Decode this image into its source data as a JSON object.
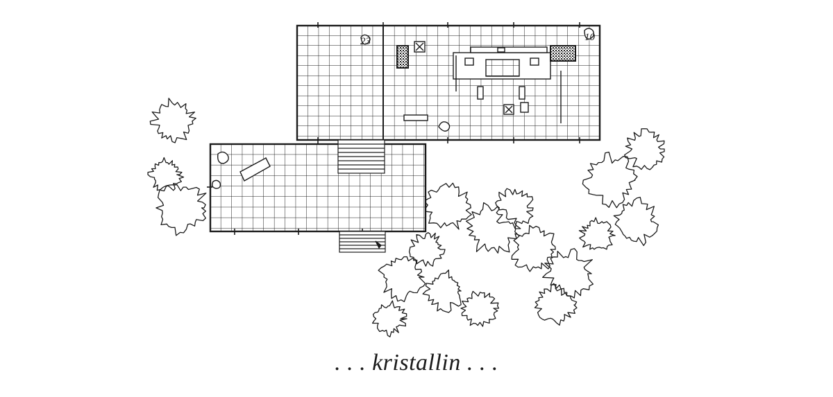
{
  "caption": ". . . kristallin . . .",
  "plan_labels": {
    "north_bay_label": "23",
    "east_bay_label": "10"
  },
  "colors": {
    "ink": "#1a1a1a",
    "paper": "#ffffff"
  },
  "icons": {
    "trees": "tree-canopy-outline",
    "building": "floor-plan-grid",
    "fixtures": "x-marked-column-boxes"
  }
}
